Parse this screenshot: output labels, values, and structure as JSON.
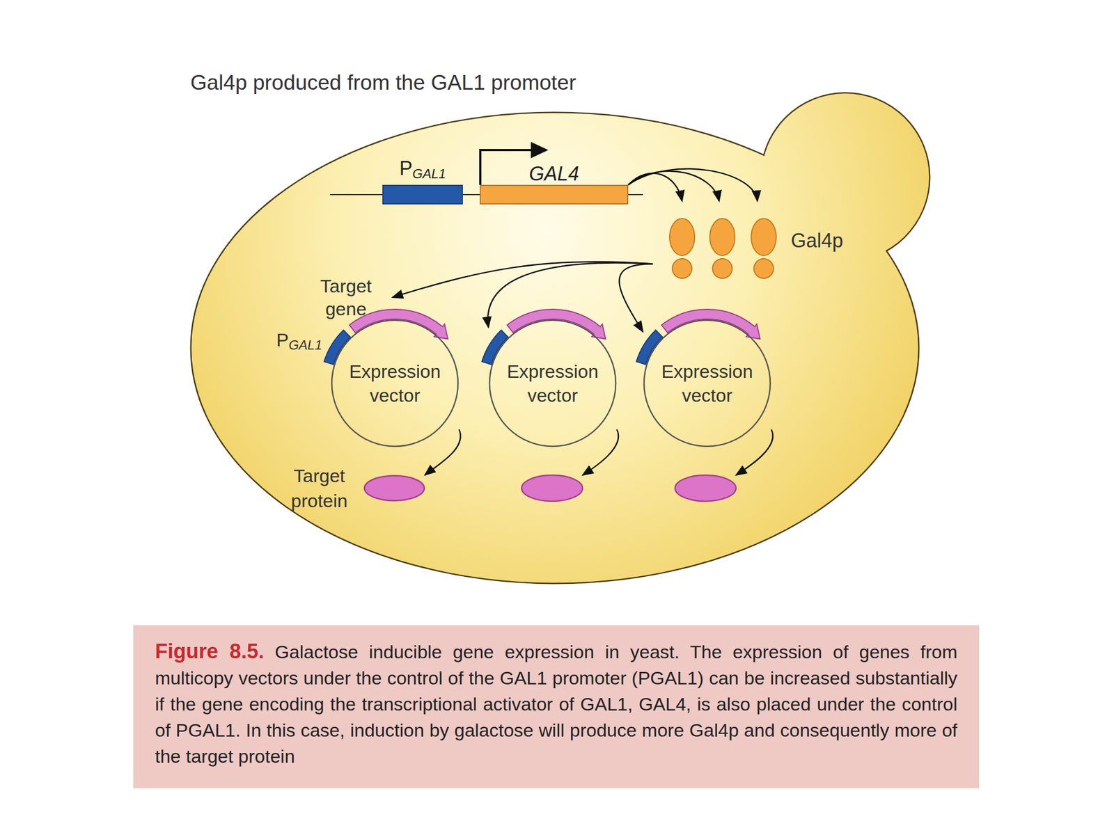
{
  "diagram": {
    "title": "Gal4p produced from the GAL1 promoter",
    "caption": "Figure 8.5. Galactose inducible gene expression in yeast. The expression of genes from multicopy vectors under the control of the GAL1 promoter (PGAL1) can be increased substantially if the gene encoding the transcriptional activator of GAL1, GAL4, is also placed under the control of PGAL1. In this case, induction by galactose will produce more Gal4p and consequently more of the target protein",
    "nodes": [
      {
        "text": [
          "PGAL1"
        ]
      },
      {
        "text": [
          "GAL4"
        ]
      },
      {
        "text": [
          "Gal4p"
        ]
      },
      {
        "text": [
          "Expression vector"
        ]
      },
      {
        "text": [
          "Expression vector"
        ]
      },
      {
        "text": [
          "Expression vector"
        ]
      },
      {
        "text": [
          "Target protein"
        ]
      }
    ],
    "edges": [
      {
        "from": 1,
        "to": 2,
        "arrow": "to"
      },
      {
        "from": 1,
        "to": 2,
        "arrow": "to"
      },
      {
        "from": 1,
        "to": 2,
        "arrow": "to"
      },
      {
        "from": 2,
        "to": 3,
        "arrow": "to"
      },
      {
        "from": 2,
        "to": 4,
        "arrow": "to"
      },
      {
        "from": 2,
        "to": 5,
        "arrow": "to"
      },
      {
        "from": 3,
        "to": 6,
        "arrow": "to"
      }
    ],
    "labels": [
      "Target gene",
      "PGAL1"
    ]
  }
}
